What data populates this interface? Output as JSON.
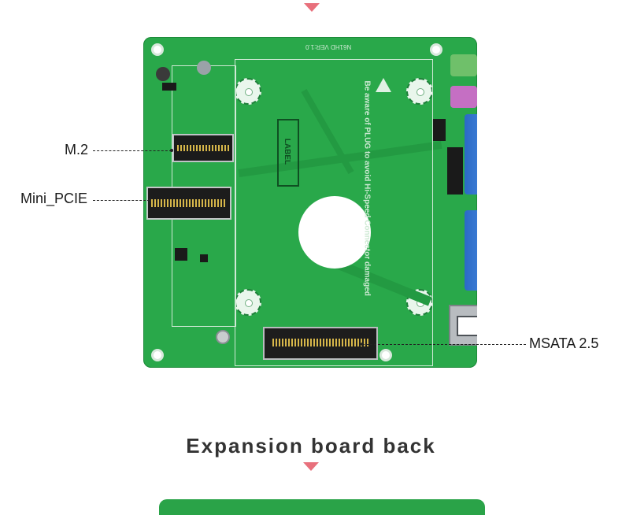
{
  "callouts": {
    "m2": "M.2",
    "mini_pcie": "Mini_PCIE",
    "msata": "MSATA 2.5"
  },
  "board": {
    "model_text": "N61HD VER:1.0",
    "warning_text": "Be aware of PLUG to avoid Hi-Speed Connector damaged",
    "label_text": "LABEL"
  },
  "section": {
    "title": "Expansion board back"
  },
  "colors": {
    "pcb": "#29a84a",
    "marker": "#e8707c",
    "title": "#333333"
  }
}
